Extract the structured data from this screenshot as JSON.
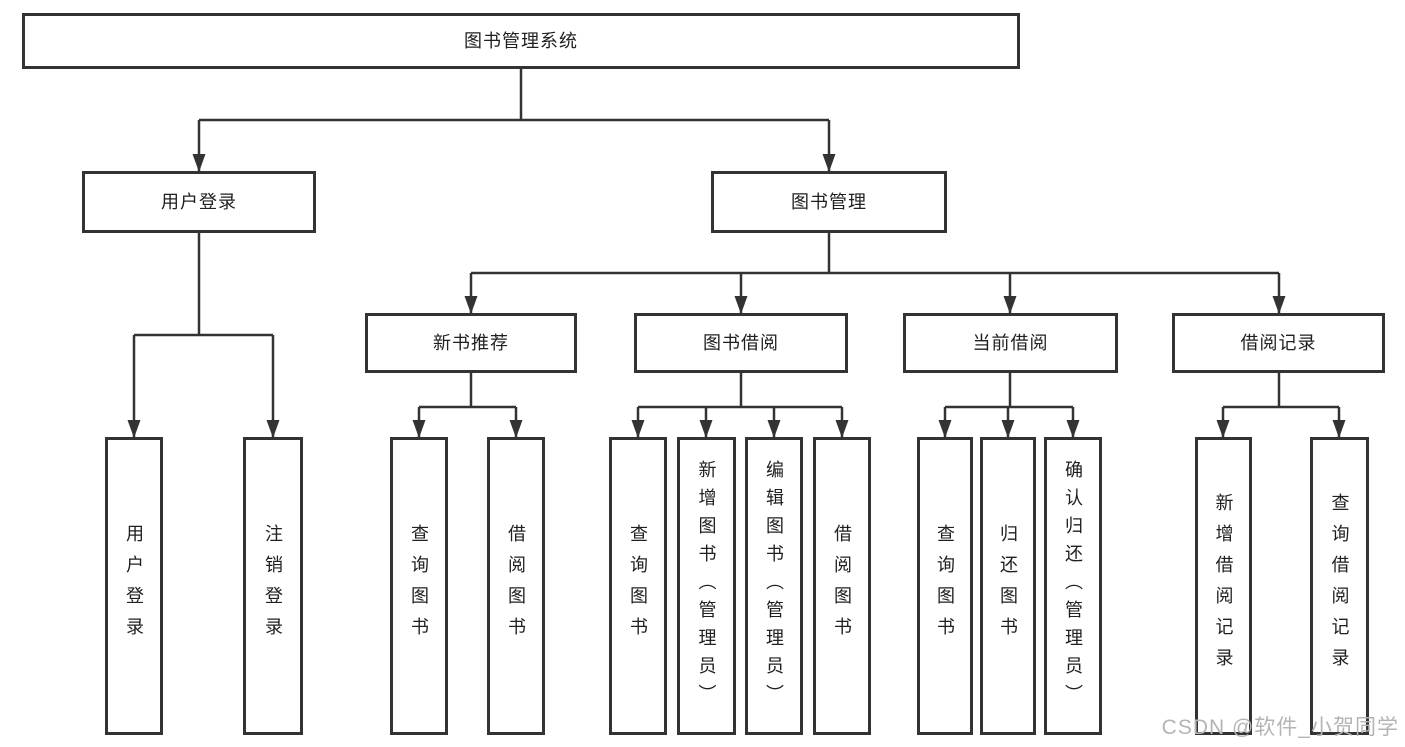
{
  "tree": {
    "root": "图书管理系统",
    "branches": [
      {
        "label": "用户登录",
        "children": [
          {
            "label": "用户登录"
          },
          {
            "label": "注销登录"
          }
        ]
      },
      {
        "label": "图书管理",
        "children": [
          {
            "label": "新书推荐",
            "children": [
              {
                "label": "查询图书"
              },
              {
                "label": "借阅图书"
              }
            ]
          },
          {
            "label": "图书借阅",
            "children": [
              {
                "label": "查询图书"
              },
              {
                "label": "新增图书（管理员）"
              },
              {
                "label": "编辑图书（管理员）"
              },
              {
                "label": "借阅图书"
              }
            ]
          },
          {
            "label": "当前借阅",
            "children": [
              {
                "label": "查询图书"
              },
              {
                "label": "归还图书"
              },
              {
                "label": "确认归还（管理员）"
              }
            ]
          },
          {
            "label": "借阅记录",
            "children": [
              {
                "label": "新增借阅记录"
              },
              {
                "label": "查询借阅记录"
              }
            ]
          }
        ]
      }
    ]
  },
  "watermark": {
    "text": "CSDN @软件_小贺同学"
  },
  "colors": {
    "line": "#333333",
    "text": "#202020",
    "watermark": "#b4b4b4",
    "background": "#ffffff",
    "box_fill": "#ffffff"
  }
}
